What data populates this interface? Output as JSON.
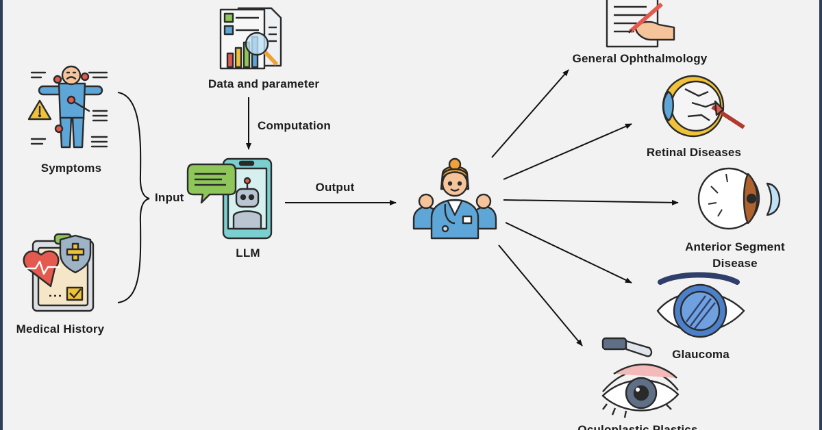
{
  "nodes": {
    "symptoms": "Symptoms",
    "medical_history": "Medical History",
    "data_parameter": "Data and parameter",
    "llm": "LLM",
    "general_ophthalmology": "General Ophthalmology",
    "retinal_diseases": "Retinal Diseases",
    "anterior_segment_line1": "Anterior Segment",
    "anterior_segment_line2": "Disease",
    "glaucoma": "Glaucoma",
    "oculoplastic": "Oculoplastic Plastics"
  },
  "edges": {
    "input": "Input",
    "computation": "Computation",
    "output": "Output"
  },
  "icons": {
    "symptoms": "body-symptoms-icon",
    "medical_history": "medical-record-icon",
    "data_parameter": "data-report-icon",
    "llm": "robot-phone-icon",
    "doctor": "doctor-team-icon",
    "general_ophthalmology": "writing-document-icon",
    "retinal_diseases": "retina-eye-icon",
    "anterior_segment": "eyeball-icon",
    "glaucoma": "glaucoma-eye-icon",
    "oculoplastic": "eyelid-surgery-icon"
  },
  "colors": {
    "background": "#f2f2f2",
    "frame": "#2f3f55",
    "orange": "#f0a23a",
    "blue": "#5ea6d8",
    "green": "#8fc65a",
    "red": "#e45a4f",
    "teal": "#7ccfcf"
  }
}
